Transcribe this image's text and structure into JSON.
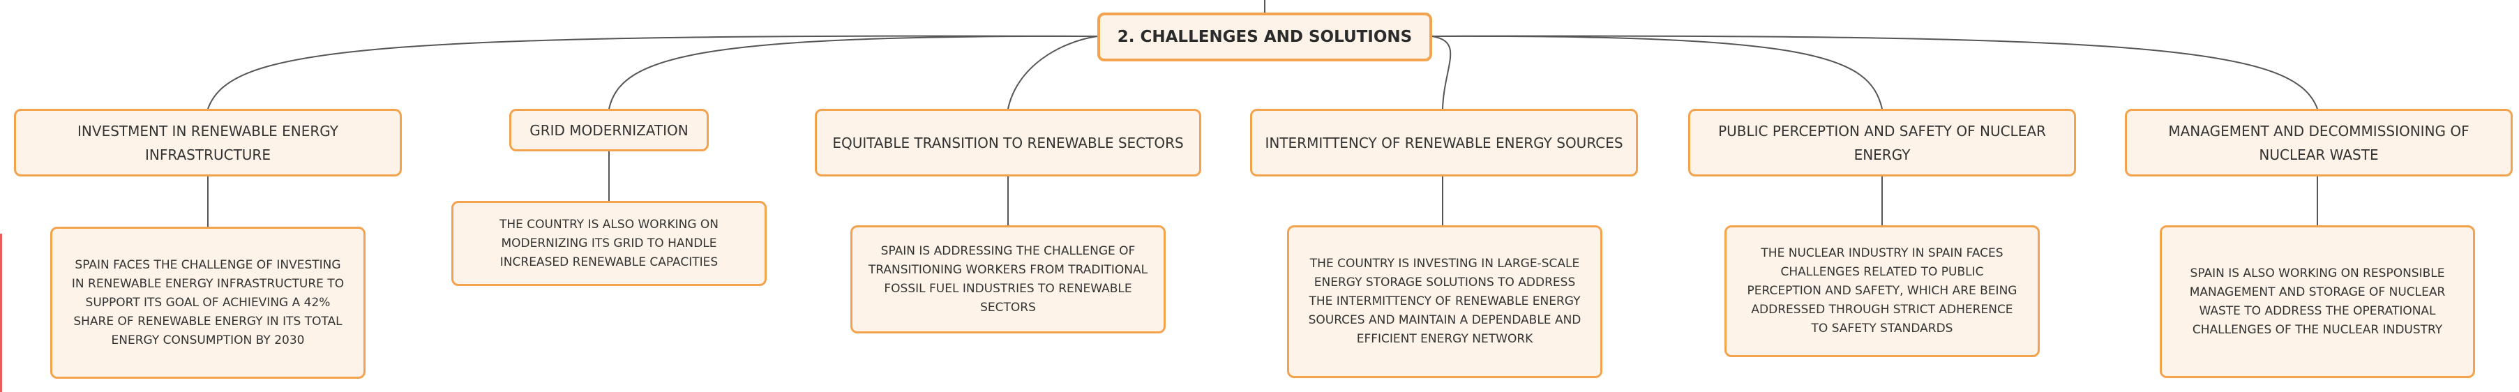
{
  "root": {
    "label": "2. CHALLENGES AND SOLUTIONS"
  },
  "branches": [
    {
      "topic": "INVESTMENT IN RENEWABLE ENERGY INFRASTRUCTURE",
      "detail": "SPAIN FACES THE CHALLENGE OF INVESTING IN RENEWABLE ENERGY INFRASTRUCTURE TO SUPPORT ITS GOAL OF ACHIEVING A 42% SHARE OF RENEWABLE ENERGY IN ITS TOTAL ENERGY CONSUMPTION BY 2030"
    },
    {
      "topic": "GRID MODERNIZATION",
      "detail": "THE COUNTRY IS ALSO WORKING ON MODERNIZING ITS GRID TO HANDLE INCREASED RENEWABLE CAPACITIES"
    },
    {
      "topic": "EQUITABLE TRANSITION TO RENEWABLE SECTORS",
      "detail": "SPAIN IS ADDRESSING THE CHALLENGE OF TRANSITIONING WORKERS FROM TRADITIONAL FOSSIL FUEL INDUSTRIES TO RENEWABLE SECTORS"
    },
    {
      "topic": "INTERMITTENCY OF RENEWABLE ENERGY SOURCES",
      "detail": "THE COUNTRY IS INVESTING IN LARGE-SCALE ENERGY STORAGE SOLUTIONS TO ADDRESS THE INTERMITTENCY OF RENEWABLE ENERGY SOURCES AND MAINTAIN A DEPENDABLE AND EFFICIENT ENERGY NETWORK"
    },
    {
      "topic": "PUBLIC PERCEPTION AND SAFETY OF NUCLEAR ENERGY",
      "detail": "THE NUCLEAR INDUSTRY IN SPAIN FACES CHALLENGES RELATED TO PUBLIC PERCEPTION AND SAFETY, WHICH ARE BEING ADDRESSED THROUGH STRICT ADHERENCE TO SAFETY STANDARDS"
    },
    {
      "topic": "MANAGEMENT AND DECOMMISSIONING OF NUCLEAR WASTE",
      "detail": "SPAIN IS ALSO WORKING ON RESPONSIBLE MANAGEMENT AND STORAGE OF NUCLEAR WASTE TO ADDRESS THE OPERATIONAL CHALLENGES OF THE NUCLEAR INDUSTRY"
    }
  ],
  "colors": {
    "node_fill": "#fdf3e8",
    "node_border": "#f3a34d",
    "connector": "#555555",
    "side_mark": "#e85c5c"
  }
}
